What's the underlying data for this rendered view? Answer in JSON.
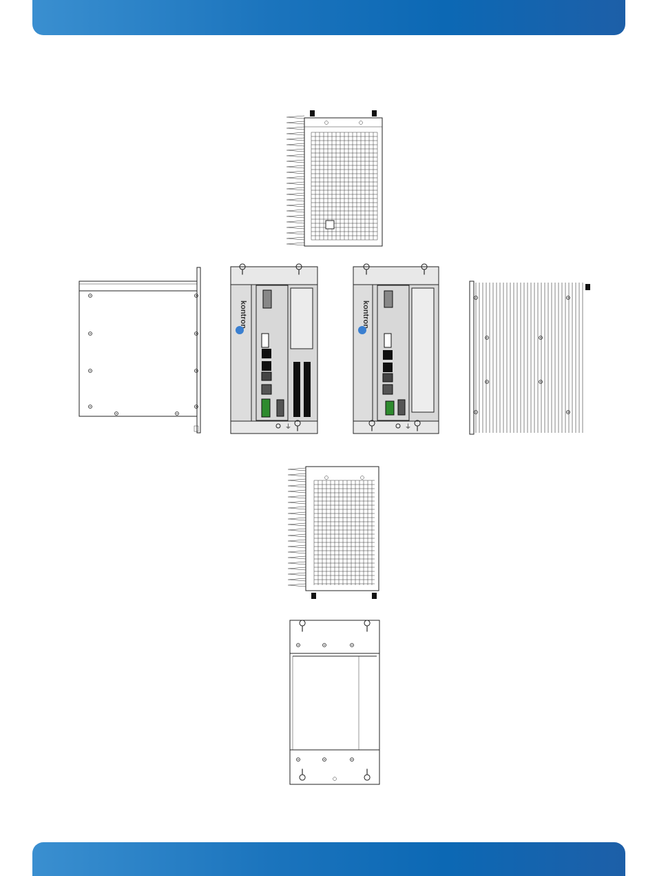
{
  "header": {
    "color": "#1b74bd"
  },
  "footer": {
    "color": "#1b74bd"
  },
  "brand": {
    "logo_text": "kontron",
    "accent": "#3a7fd0"
  },
  "colors": {
    "metal": "#e6e6e6",
    "dark": "#111111",
    "connector_green": "#2e8b2e"
  },
  "views": [
    {
      "name": "top-view"
    },
    {
      "name": "left-side-view"
    },
    {
      "name": "front-view-with-expansion"
    },
    {
      "name": "front-view-standard"
    },
    {
      "name": "right-side-view"
    },
    {
      "name": "bottom-view"
    },
    {
      "name": "rear-view"
    }
  ]
}
